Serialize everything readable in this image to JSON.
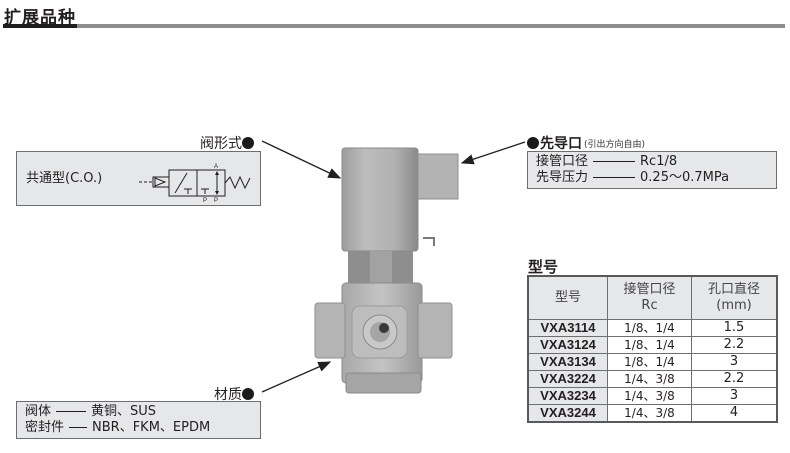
{
  "header": {
    "title": "扩展品种"
  },
  "callouts": {
    "valve_type": {
      "label": "阀形式",
      "value": "共通型(C.O.)",
      "symbol_ports": {
        "top": "A",
        "bottom_left": "P",
        "bottom_right": "P",
        "t1": "T",
        "t2": "T"
      }
    },
    "pilot_port": {
      "label": "先导口",
      "note": "(引出方向自由)",
      "rows": [
        {
          "key": "接管口径",
          "value": "Rc1/8"
        },
        {
          "key": "先导压力",
          "value": "0.25～0.7MPa"
        }
      ]
    },
    "material": {
      "label": "材质",
      "rows": [
        {
          "key": "阀体",
          "value": "黄铜、SUS"
        },
        {
          "key": "密封件",
          "value": "NBR、FKM、EPDM"
        }
      ]
    }
  },
  "model_table": {
    "title": "型号",
    "headers": [
      {
        "line1": "型号",
        "line2": ""
      },
      {
        "line1": "接管口径",
        "line2": "Rc"
      },
      {
        "line1": "孔口直径",
        "line2": "(mm)"
      }
    ],
    "rows": [
      {
        "model": "VXA3114",
        "port": "1/8、1/4",
        "orifice": "1.5"
      },
      {
        "model": "VXA3124",
        "port": "1/8、1/4",
        "orifice": "2.2"
      },
      {
        "model": "VXA3134",
        "port": "1/8、1/4",
        "orifice": "3"
      },
      {
        "model": "VXA3224",
        "port": "1/4、3/8",
        "orifice": "2.2"
      },
      {
        "model": "VXA3234",
        "port": "1/4、3/8",
        "orifice": "3"
      },
      {
        "model": "VXA3244",
        "port": "1/4、3/8",
        "orifice": "4"
      }
    ]
  }
}
